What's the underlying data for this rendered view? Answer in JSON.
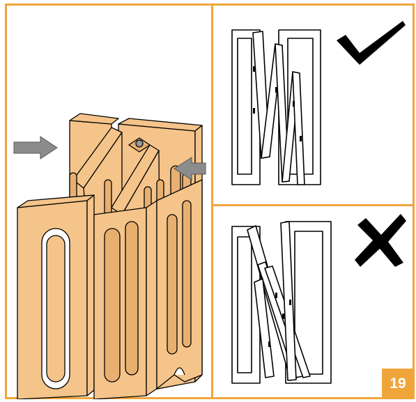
{
  "page": {
    "accent_color": "#f0a53a",
    "wood_color": "#f5c48a",
    "step_number": "19"
  },
  "correct_panel": {
    "icon": "checkmark-icon"
  },
  "wrong_panel": {
    "icon": "cross-icon"
  },
  "assembly_illustration": {
    "arrows": [
      "push-arrow-left",
      "push-arrow-right"
    ]
  }
}
